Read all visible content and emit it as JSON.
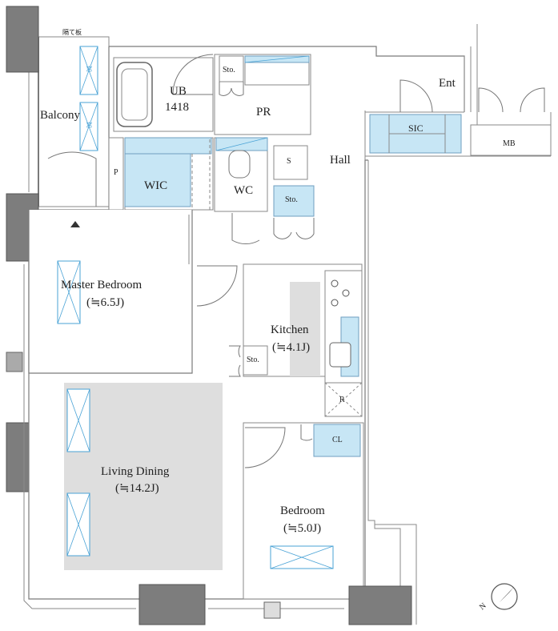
{
  "rooms": {
    "balcony": "Balcony",
    "partition": "隔て板",
    "ub": "UB",
    "ub_size": "1418",
    "pr": "PR",
    "wic": "WIC",
    "wc": "WC",
    "p": "P",
    "hall": "Hall",
    "ent": "Ent",
    "sic": "SIC",
    "mb": "MB",
    "s": "S",
    "sto": "Sto.",
    "master_bedroom": "Master Bedroom",
    "master_bedroom_size": "(≒6.5J)",
    "kitchen": "Kitchen",
    "kitchen_size": "(≒4.1J)",
    "r": "R",
    "cl": "CL",
    "living_dining": "Living Dining",
    "living_dining_size": "(≒14.2J)",
    "bedroom": "Bedroom",
    "bedroom_size": "(≒5.0J)",
    "window_mark": "窓"
  },
  "compass": {
    "letter": "N"
  },
  "colors": {
    "wall": "#7a7a7a",
    "storage_blue": "#c7e6f5",
    "window_blue": "#4aa3d6",
    "living_gray": "#dedede",
    "column_dark": "#7d7d7d"
  }
}
